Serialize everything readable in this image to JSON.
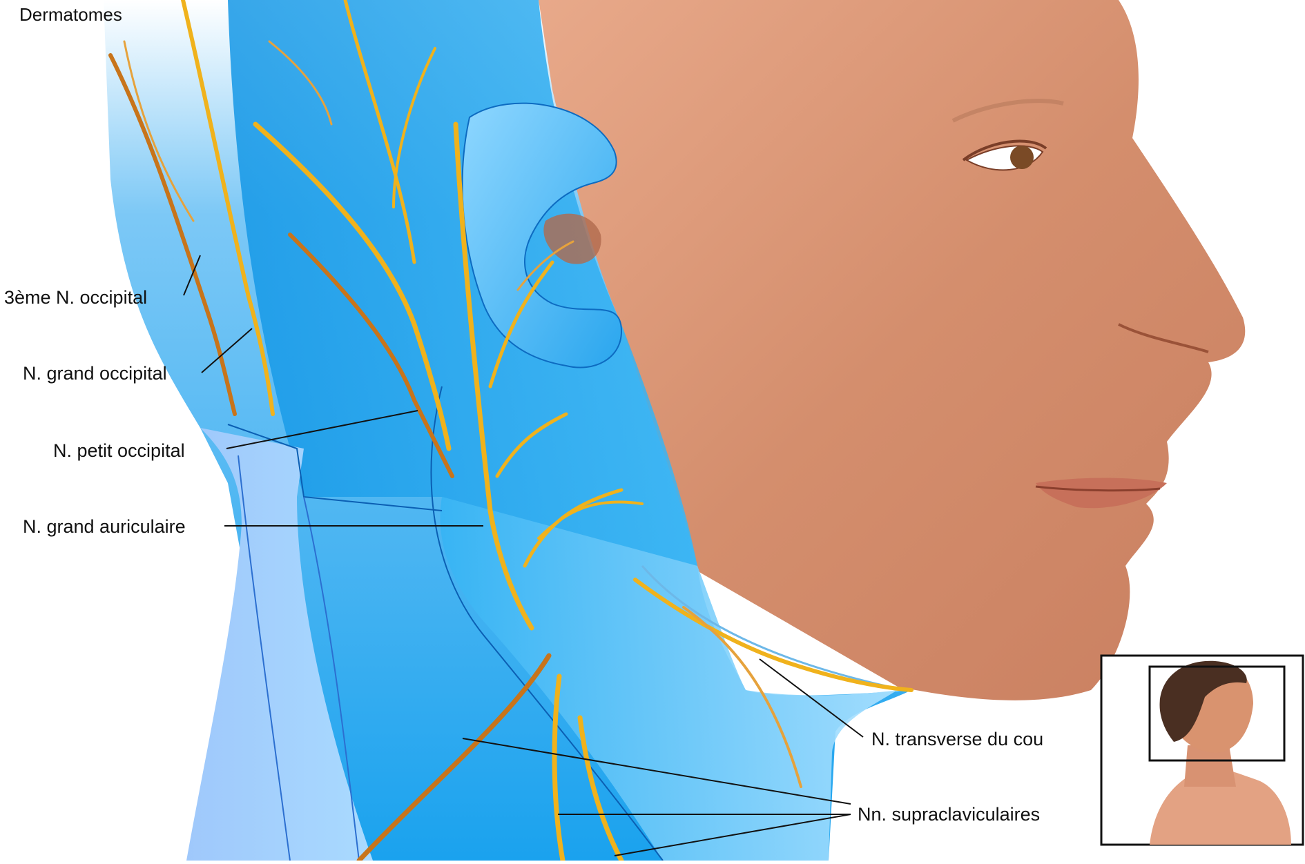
{
  "title": "Dermatomes",
  "labels": {
    "third_occipital": "3ème N. occipital",
    "greater_occipital": "N. grand occipital",
    "lesser_occipital": "N. petit occipital",
    "great_auricular": "N. grand auriculaire",
    "transverse_cervical": "N. transverse du cou",
    "supraclaviculars": "Nn. supraclaviculaires"
  },
  "colors": {
    "dermatome_blue": "#1aa8f0",
    "dermatome_light": "#9fd2fb",
    "dermatome_pale": "#b8dbff",
    "skin": "#d9906f",
    "nerve": "#f0b21c",
    "nerve_dark": "#c8741a",
    "leader_line": "#111111"
  },
  "icons": {
    "inset": "head-neck-orientation-thumbnail-icon"
  }
}
